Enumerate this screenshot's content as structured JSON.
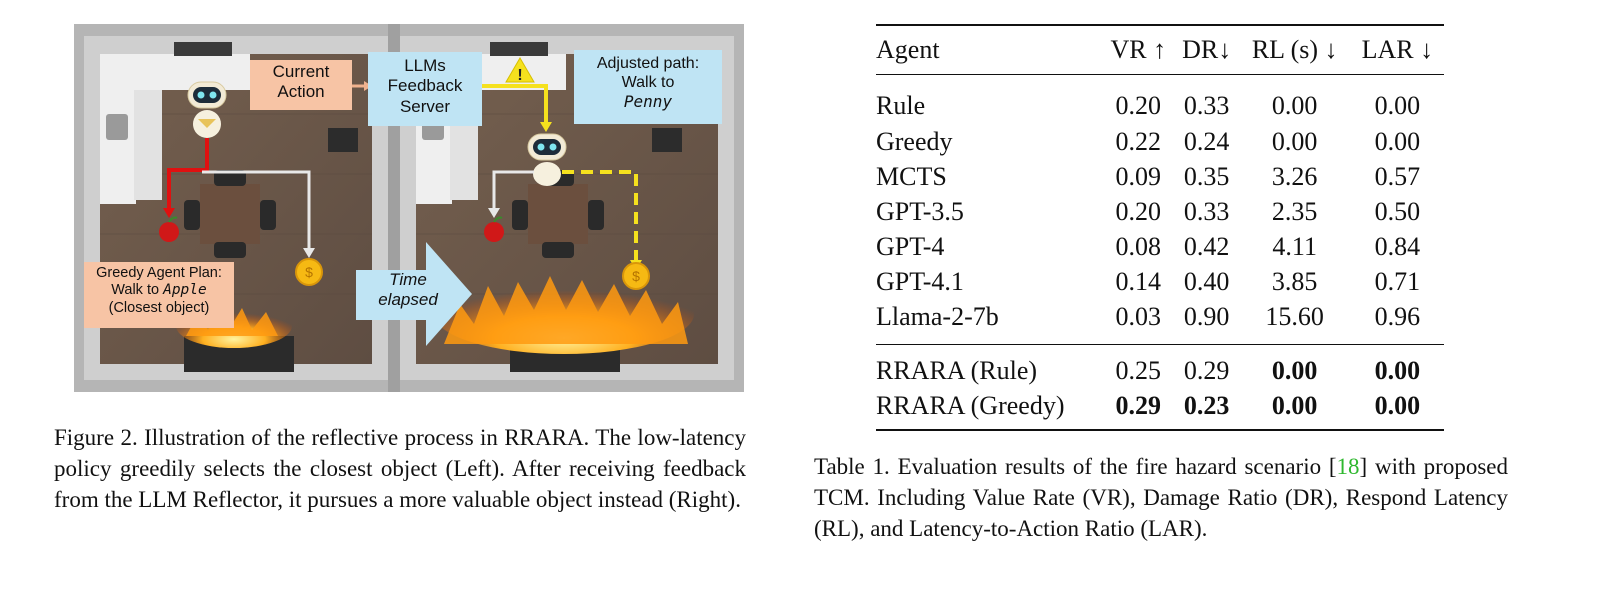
{
  "figure": {
    "labels": {
      "current_action_1": "Current",
      "current_action_2": "Action",
      "server_1": "LLMs",
      "server_2": "Feedback",
      "server_3": "Server",
      "adjusted_1": "Adjusted path:",
      "adjusted_2": "Walk to",
      "adjusted_3": "Penny",
      "greedy_1": "Greedy Agent Plan:",
      "greedy_2a": "Walk to ",
      "greedy_2b": "Apple",
      "greedy_3": "(Closest object)",
      "time_1": "Time",
      "time_2": "elapsed"
    },
    "colors": {
      "wall": "#a9a9a9",
      "floor": "#6d5a4d",
      "orange_label": "#f7c4a5",
      "blue_label": "#bfe4f4",
      "red_path": "#e01010",
      "yellow_path": "#f5e11e",
      "white_path": "#e8e8e8"
    },
    "caption": "Figure 2.  Illustration of the reflective process in RRARA. The low-latency policy greedily selects the closest object (Left).  After receiving feedback from the LLM Reflector, it pursues a more valuable object instead (Right)."
  },
  "table": {
    "headers": [
      "Agent",
      "VR ↑",
      "DR↓",
      "RL (s) ↓",
      "LAR ↓"
    ],
    "rows": [
      [
        "Rule",
        "0.20",
        "0.33",
        "0.00",
        "0.00"
      ],
      [
        "Greedy",
        "0.22",
        "0.24",
        "0.00",
        "0.00"
      ],
      [
        "MCTS",
        "0.09",
        "0.35",
        "3.26",
        "0.57"
      ],
      [
        "GPT-3.5",
        "0.20",
        "0.33",
        "2.35",
        "0.50"
      ],
      [
        "GPT-4",
        "0.08",
        "0.42",
        "4.11",
        "0.84"
      ],
      [
        "GPT-4.1",
        "0.14",
        "0.40",
        "3.85",
        "0.71"
      ],
      [
        "Llama-2-7b",
        "0.03",
        "0.90",
        "15.60",
        "0.96"
      ]
    ],
    "rrara_rows": [
      [
        "RRARA (Rule)",
        "0.25",
        "0.29",
        "0.00",
        "0.00"
      ],
      [
        "RRARA (Greedy)",
        "0.29",
        "0.23",
        "0.00",
        "0.00"
      ]
    ],
    "caption_pre": "Table 1.  Evaluation results of the fire hazard scenario [",
    "caption_cite": "18",
    "caption_post": "] with proposed TCM. Including Value Rate (VR), Damage Ratio (DR), Respond Latency (RL), and Latency-to-Action Ratio (LAR)."
  }
}
